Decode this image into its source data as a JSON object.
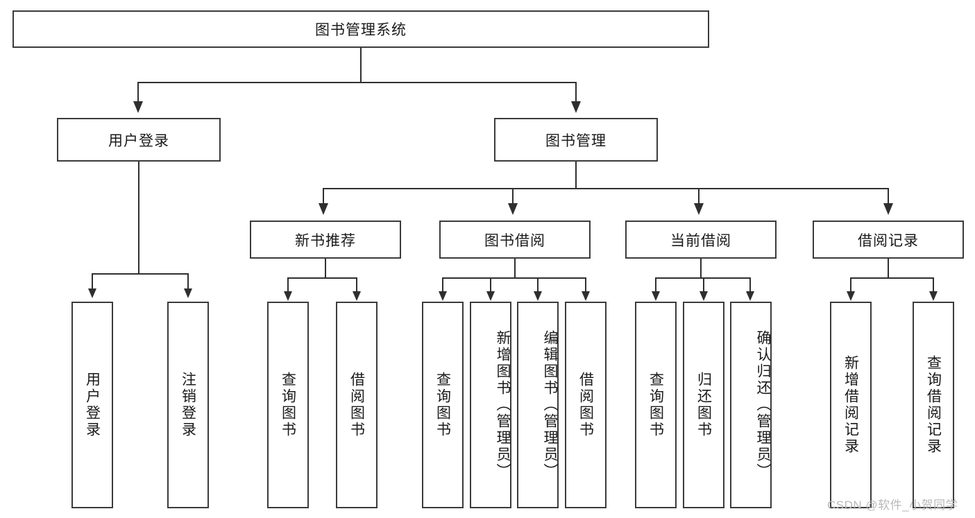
{
  "diagram": {
    "title": "图书管理系统",
    "root": {
      "label": "图书管理系统"
    },
    "level2": [
      {
        "label": "用户登录"
      },
      {
        "label": "图书管理"
      }
    ],
    "level3": [
      {
        "label": "新书推荐"
      },
      {
        "label": "图书借阅"
      },
      {
        "label": "当前借阅"
      },
      {
        "label": "借阅记录"
      }
    ],
    "leaves": {
      "user_login": [
        {
          "label": "用户登录"
        },
        {
          "label": "注销登录"
        }
      ],
      "new_book": [
        {
          "label": "查询图书"
        },
        {
          "label": "借阅图书"
        }
      ],
      "book_borrow": [
        {
          "label": "查询图书"
        },
        {
          "label": "新增图书（管理员）"
        },
        {
          "label": "编辑图书（管理员）"
        },
        {
          "label": "借阅图书"
        }
      ],
      "current_borrow": [
        {
          "label": "查询图书"
        },
        {
          "label": "归还图书"
        },
        {
          "label": "确认归还（管理员）"
        }
      ],
      "borrow_record": [
        {
          "label": "新增借阅记录"
        },
        {
          "label": "查询借阅记录"
        }
      ]
    }
  },
  "watermark": {
    "text": "CSDN @软件_小贺同学"
  },
  "colors": {
    "box_border": "#3b3b3b",
    "connector": "#2f2f2f",
    "background": "#ffffff",
    "text": "#1a1a1a",
    "watermark": "#b9b9b9"
  }
}
